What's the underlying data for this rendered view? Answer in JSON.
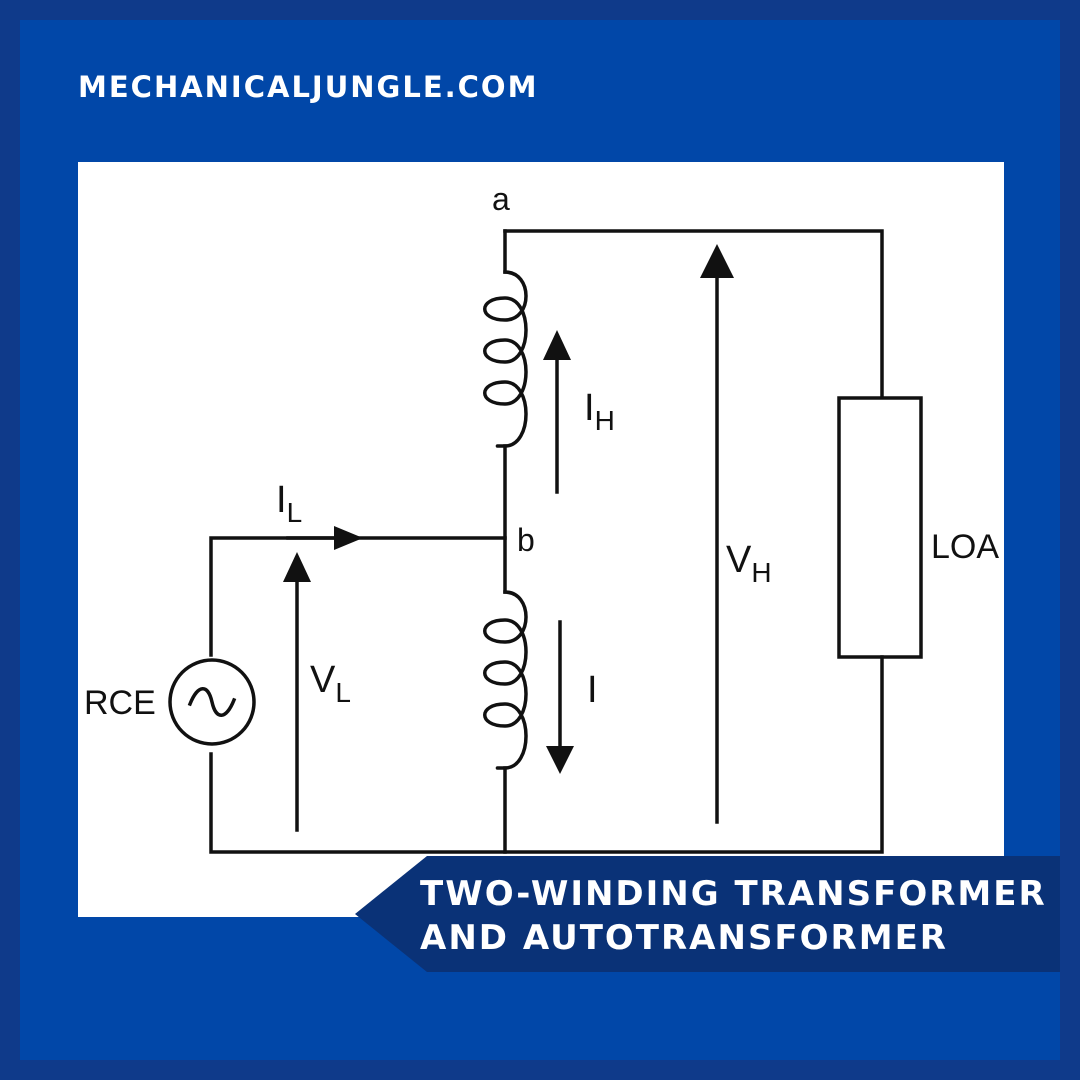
{
  "site": {
    "label": "MECHANICALJUNGLE.COM"
  },
  "diagram": {
    "node_a": "a",
    "node_b": "b",
    "source_label": "RCE",
    "load_label": "LOA",
    "current_low": {
      "main": "I",
      "sub": "L"
    },
    "current_high": {
      "main": "I",
      "sub": "H"
    },
    "current_common": {
      "main": "I",
      "sub": ""
    },
    "voltage_low": {
      "main": "V",
      "sub": "L"
    },
    "voltage_high": {
      "main": "V",
      "sub": "H"
    }
  },
  "caption": {
    "line1": "TWO-WINDING TRANSFORMER",
    "line2": "AND AUTOTRANSFORMER"
  },
  "colors": {
    "outer_border": "#0f3a8a",
    "panel": "#0147a8",
    "banner": "#0a3277",
    "diagram_bg": "#ffffff",
    "ink": "#111111"
  }
}
